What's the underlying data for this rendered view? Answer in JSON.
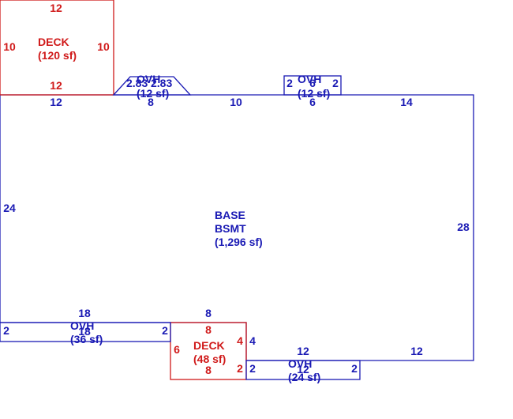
{
  "colors": {
    "main": "#1a1ab4",
    "deck": "#d01a1a"
  },
  "areas": {
    "base": {
      "line1": "BASE",
      "line2": "BSMT",
      "line3": "(1,296 sf)"
    },
    "deck_top": {
      "line1": "DECK",
      "line2": "(120 sf)",
      "top": "12",
      "bottom": "12",
      "left": "10",
      "right": "10"
    },
    "deck_bottom": {
      "line1": "DECK",
      "line2": "(48 sf)",
      "top": "8",
      "bottom": "8",
      "left": "6",
      "right_top": "4",
      "right_bottom": "2"
    },
    "ovh_top_left": {
      "line1": "OVH",
      "line2": "(12 sf)",
      "dims": "2.83",
      "dims2": "2.83",
      "top": "8"
    },
    "ovh_top_right": {
      "line1": "OVH",
      "line2": "(12 sf)",
      "top": "6",
      "left": "2",
      "right": "2"
    },
    "ovh_bottom_left": {
      "line1": "OVH",
      "line2": "(36 sf)",
      "top": "18",
      "inner": "18",
      "left": "2",
      "right": "2"
    },
    "ovh_bottom_right": {
      "line1": "OVH",
      "line2": "(24 sf)",
      "top": "12",
      "inner": "12",
      "left": "2",
      "right": "2"
    }
  },
  "dimensions": {
    "base_top_a": "12",
    "base_top_b": "10",
    "base_top_c": "14",
    "base_left": "24",
    "base_right": "28",
    "base_bottom_a": "8",
    "base_bottom_b": "4",
    "base_bottom_c": "12"
  }
}
